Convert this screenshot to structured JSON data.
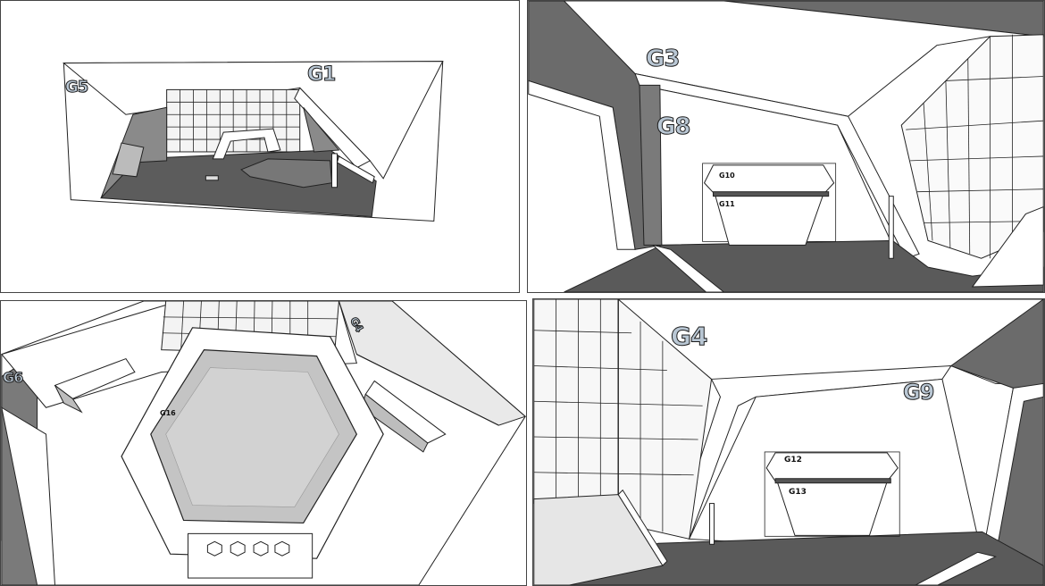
{
  "panels": [
    {
      "id": "top-left",
      "labels": {
        "g1": "G1",
        "g5": "G5"
      }
    },
    {
      "id": "top-right",
      "labels": {
        "g3": "G3",
        "g8": "G8",
        "g10": "G10",
        "g11": "G11"
      }
    },
    {
      "id": "bottom-left",
      "labels": {
        "g6": "G6",
        "g4": "G4",
        "g16": "G16"
      }
    },
    {
      "id": "bottom-right",
      "labels": {
        "g4": "G4",
        "g9": "G9",
        "g12": "G12",
        "g13": "G13"
      }
    }
  ],
  "colors": {
    "floor": "#5a5a5a",
    "wall_dark": "#6e6e6e",
    "ceiling": "#ffffff",
    "tile_grid": "#222222",
    "label_fill": "#b9c7d4"
  }
}
